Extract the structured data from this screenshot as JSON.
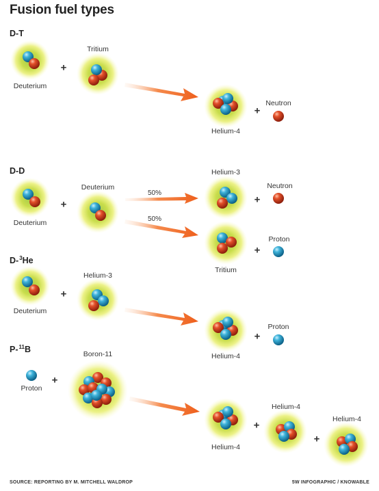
{
  "title": "Fusion fuel types",
  "sections": [
    {
      "name": "D-T",
      "labels": {
        "a": "Deuterium",
        "b": "Tritium",
        "p1": "Helium-4",
        "p2": "Neutron"
      }
    },
    {
      "name": "D-D",
      "labels": {
        "a": "Deuterium",
        "b": "Deuterium",
        "p1": "Helium-3",
        "p2": "Neutron",
        "p3": "Tritium",
        "p4": "Proton"
      },
      "branch1": "50%",
      "branch2": "50%"
    },
    {
      "name_prefix": "D-",
      "name_sup": "3",
      "name_suffix": "He",
      "labels": {
        "a": "Deuterium",
        "b": "Helium-3",
        "p1": "Helium-4",
        "p2": "Proton"
      }
    },
    {
      "name_prefix": "P-",
      "name_sup": "11",
      "name_suffix": "B",
      "labels": {
        "a": "Proton",
        "b": "Boron-11",
        "p1": "Helium-4",
        "p2": "Helium-4",
        "p3": "Helium-4"
      }
    }
  ],
  "plus": "+",
  "footer": {
    "source": "SOURCE: REPORTING BY M. MITCHELL WALDROP",
    "credit": "5W INFOGRAPHIC / KNOWABLE"
  },
  "colors": {
    "proton": "#2a9fc4",
    "neutron": "#d8401e",
    "glow": "#e3ec5a",
    "arrow": "#f06a25"
  }
}
